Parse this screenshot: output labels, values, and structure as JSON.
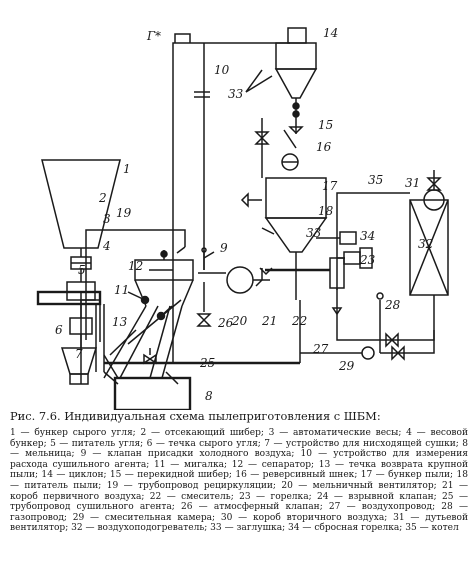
{
  "diagram": {
    "gamma_label": "Г*",
    "labels": [
      "1",
      "2",
      "3",
      "4",
      "5",
      "6",
      "7",
      "8",
      "9",
      "10",
      "11",
      "12",
      "13",
      "14",
      "15",
      "16",
      "17",
      "18",
      "19",
      "20",
      "21",
      "22",
      "23",
      "25",
      "26",
      "27",
      "28",
      "29",
      "31",
      "32",
      "33",
      "33",
      "34",
      "35"
    ]
  },
  "caption": {
    "title": "Рис. 7.6. Индивидуальная схема пылеприготовления с ШБМ:",
    "legend": "1 — бункер сырого угля; 2 — отсекающий шибер; 3 — автоматические весы; 4 — весовой бункер; 5 — питатель угля; 6 — течка сырого угля; 7 — устройство для нисходящей сушки; 8 — мельница; 9 — клапан присадки холодного воздуха; 10 — устройство для измерения расхода сушильного агента; 11 — мигалка; 12 — сепаратор; 13 — течка возврата крупной пыли; 14 — циклон; 15 — перекидной шибер; 16 — реверсивный шнек; 17 — бункер пыли; 18 — питатель пыли; 19 — трубопровод рециркуляции; 20 — мельничный вентилятор; 21 — короб первичного воздуха; 22 — смеситель; 23 — горелка; 24 — взрывной клапан; 25 — трубопровод сушильного агента; 26 — атмосферный клапан; 27 — воздухопровод; 28 — газопровод; 29 — смесительная камера; 30 — короб вторичного воздуха; 31 — дутьевой вентилятор; 32 — воздухоподогреватель; 33 — заглушка; 34 — сбросная горелка; 35 — котел"
  }
}
